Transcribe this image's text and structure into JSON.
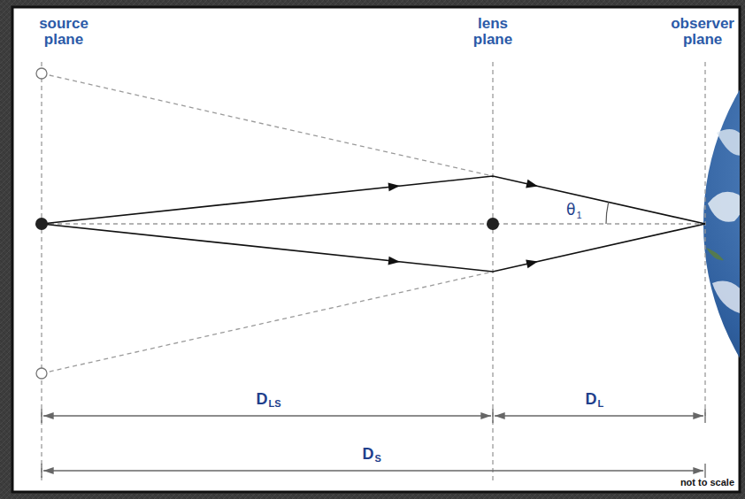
{
  "diagram": {
    "labels": [
      "source plane",
      "lens plane",
      "observer plane",
      "θ",
      "1",
      "D",
      "LS",
      "D",
      "L",
      "D",
      "S",
      "not to scale"
    ]
  }
}
